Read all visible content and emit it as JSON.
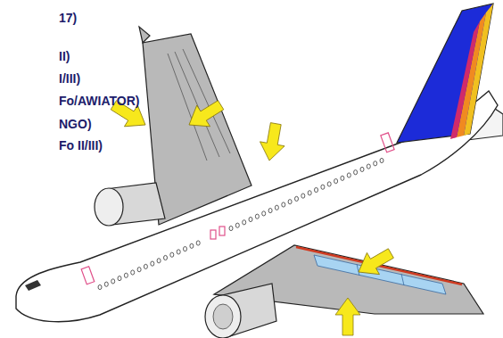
{
  "diagram": {
    "labels": [
      "17)",
      "II)",
      "I/III)",
      "Fo/AWIATOR)",
      "NGO)",
      "Fo II/III)"
    ]
  }
}
